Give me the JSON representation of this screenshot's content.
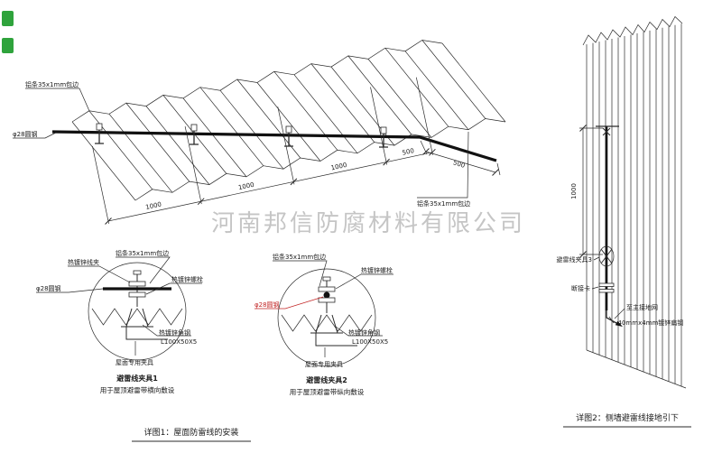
{
  "watermark": "河南邦信防腐材料有限公司",
  "roof": {
    "edge_label_top": "铝条35x1mm包边",
    "rod_label": "φ28圆钢",
    "edge_label_right": "铝条35x1mm包边",
    "dims": [
      "1000",
      "1000",
      "1000",
      "500"
    ],
    "side_dim": "500"
  },
  "detail1": {
    "label_wire_clip": "热镀锌线夹",
    "label_edge": "铝条35x1mm包边",
    "label_bolt": "热镀锌螺栓",
    "label_rod": "φ28圆钢",
    "label_angle_1": "热镀锌角钢",
    "label_angle_2": "L100X50X5",
    "label_fixture": "屋面专用夹具",
    "title": "避雷线夹具1",
    "subtitle": "用于屋顶避雷带横向敷设"
  },
  "detail2": {
    "label_edge": "铝条35x1mm包边",
    "label_bolt": "热镀锌螺栓",
    "label_rod": "φ28圆钢",
    "label_angle_1": "热镀锌角钢",
    "label_angle_2": "L100X50X5",
    "label_fixture": "屋面专用夹具",
    "title": "避雷线夹具2",
    "subtitle": "用于屋顶避雷带纵向敷设"
  },
  "wall": {
    "dim": "1000",
    "label_clamp": "避雷线夹具3",
    "label_disconnect": "断接卡",
    "label_ground": "至主接地网",
    "label_steel": "-40mmx4mm镀锌扁钢"
  },
  "captions": {
    "detail1": "详图1：屋面防雷线的安装",
    "detail2": "详图2：侧墙避雷线接地引下"
  },
  "colors": {
    "line": "#2a2a2a",
    "accent_red": "#c22525",
    "watermark_gray": "#b0b0b0",
    "icon_green": "#2fa33c"
  }
}
